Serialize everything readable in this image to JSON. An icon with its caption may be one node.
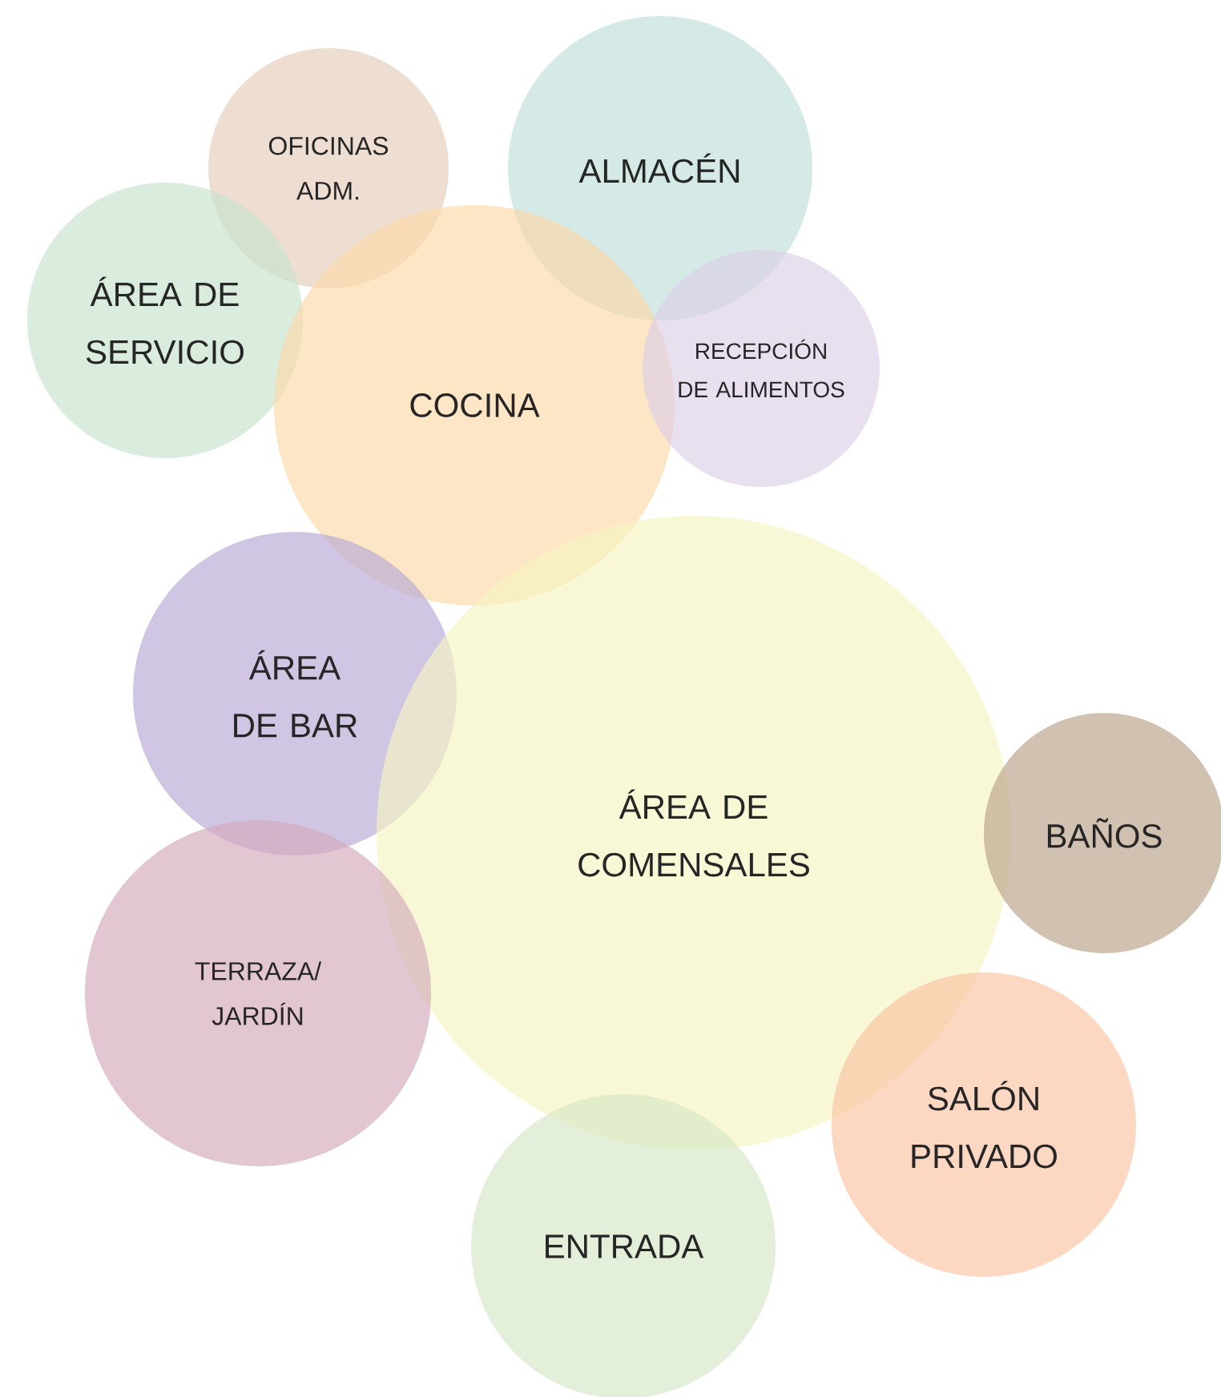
{
  "diagram": {
    "nodes": [
      {
        "text": [
          "OFICINAS ADM."
        ]
      },
      {
        "text": [
          "ALMACÉN"
        ]
      },
      {
        "text": [
          "ÁREA DE SERVICIO"
        ]
      },
      {
        "text": [
          "COCINA"
        ]
      },
      {
        "text": [
          "RECEPCIÓN DE ALIMENTOS"
        ]
      },
      {
        "text": [
          "ÁREA DE BAR"
        ]
      },
      {
        "text": [
          "ÁREA DE COMENSALES"
        ]
      },
      {
        "text": [
          "BAÑOS"
        ]
      },
      {
        "text": [
          "TERRAZA/ JARDÍN"
        ]
      },
      {
        "text": [
          "SALÓN PRIVADO"
        ]
      },
      {
        "text": [
          "ENTRADA"
        ]
      }
    ]
  }
}
